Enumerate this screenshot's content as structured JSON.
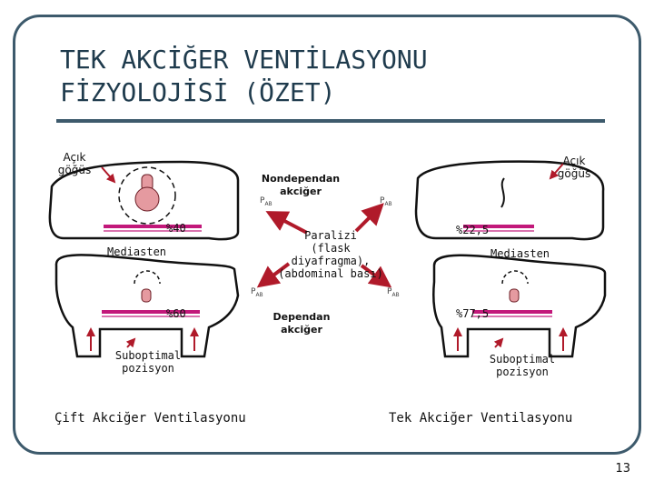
{
  "slide": {
    "title_line1": "TEK AKCİĞER VENTİLASYONU",
    "title_line2": "FİZYOLOJİSİ (ÖZET)",
    "page_number": "13"
  },
  "left": {
    "open_chest": "Açık\ngöğüs",
    "mediastinum": "Mediasten",
    "upper_percent": "%40",
    "lower_percent": "%60",
    "suboptimal": "Suboptimal\npozisyon",
    "caption": "Çift Akciğer Ventilasyonu"
  },
  "center": {
    "nondependent": "Nondependan\nakciğer",
    "paralysis": "Paralizi\n(flask diyafragma),\n(abdominal bası)",
    "dependent": "Dependan\nakciğer",
    "pab_main": "P",
    "pab_sub": "AB"
  },
  "right": {
    "open_chest": "Açık\ngöğüs",
    "mediastinum": "Mediasten",
    "upper_percent": "%22,5",
    "lower_percent": "%77,5",
    "suboptimal": "Suboptimal\npozisyon",
    "caption": "Tek Akciğer Ventilasyonu"
  },
  "colors": {
    "frame": "#3d5a6c",
    "title": "#1f3b4d",
    "arrow_red": "#b01a2a",
    "lung_pink": "#e59aa0",
    "bar_magenta": "#c2187a"
  }
}
